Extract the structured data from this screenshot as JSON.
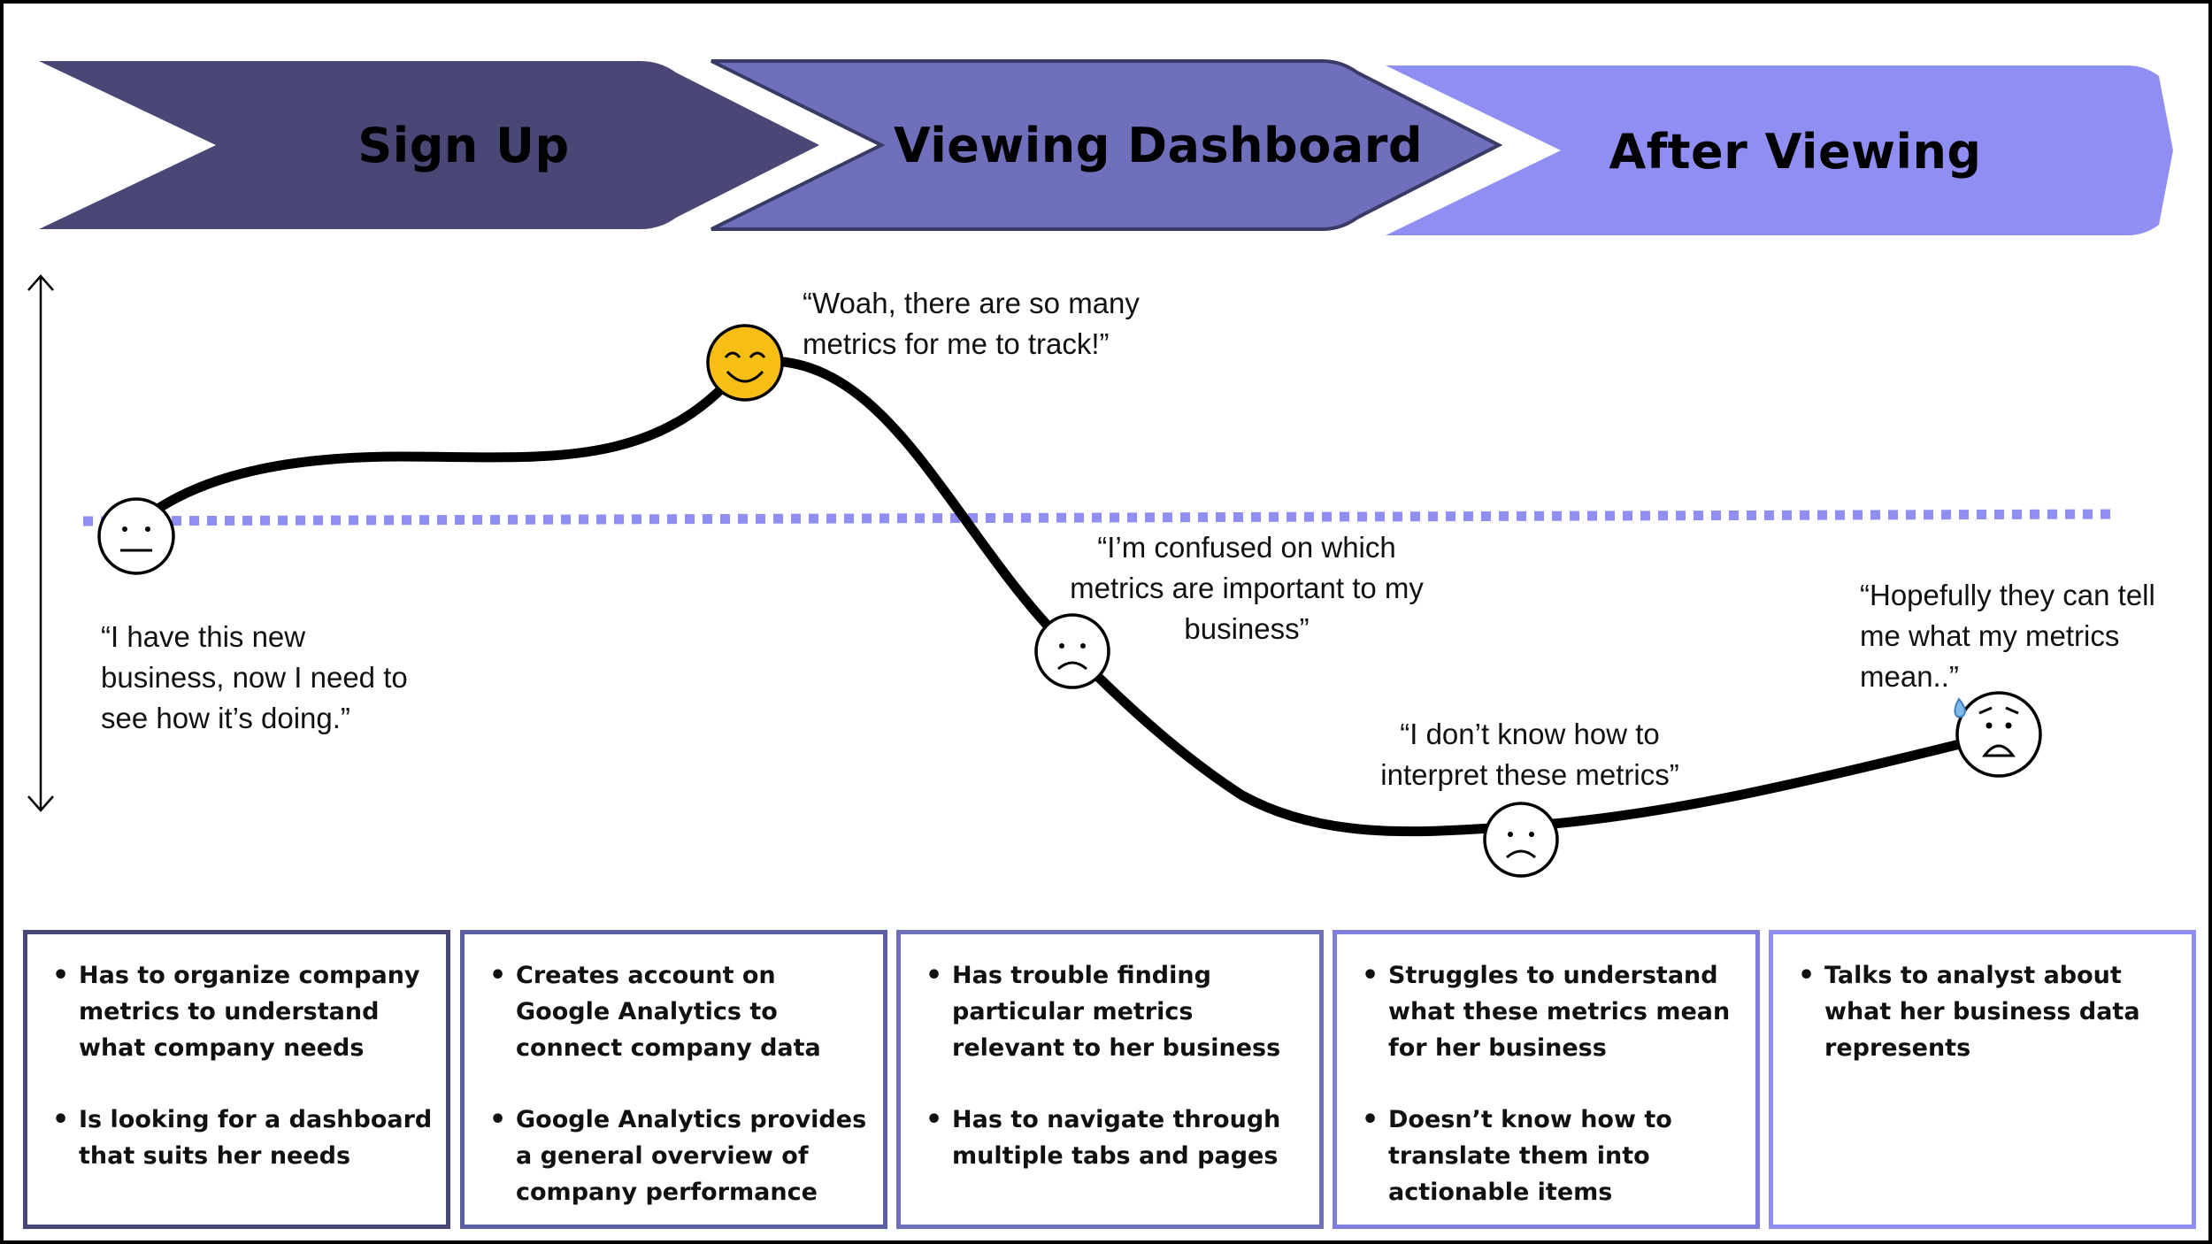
{
  "colors": {
    "stage_1": "#484776",
    "stage_2": "#6F6FBB",
    "stage_3": "#8F8FF3",
    "card_1_border": "#484776",
    "card_2_border": "#5E5EA6",
    "card_3_border": "#6F6FBB",
    "card_4_border": "#7F7FD9",
    "card_5_border": "#8F8FF3",
    "baseline": "#8F8FF3",
    "curve": "#000000",
    "happy_face": "#F7BE16"
  },
  "stages": [
    {
      "label": "Sign Up"
    },
    {
      "label": "Viewing Dashboard"
    },
    {
      "label": "After Viewing"
    }
  ],
  "quotes": [
    {
      "text": "“I have this new business, now I need to see how it’s doing.”"
    },
    {
      "text": "“Woah, there are so many metrics for me to track!”"
    },
    {
      "text": "“I’m confused on which metrics are important to my business”"
    },
    {
      "text": "“I don’t know how to interpret these metrics”"
    },
    {
      "text": "“Hopefully they can tell me what my metrics mean..”"
    }
  ],
  "emotion_points": [
    {
      "emotion": "neutral",
      "icon": "neutral-face-icon"
    },
    {
      "emotion": "happy",
      "icon": "happy-face-icon"
    },
    {
      "emotion": "sad",
      "icon": "sad-face-icon"
    },
    {
      "emotion": "sad",
      "icon": "sad-face-icon"
    },
    {
      "emotion": "worried",
      "icon": "worried-sweat-face-icon"
    }
  ],
  "cards": [
    {
      "items": [
        "Has to organize company metrics to understand what company needs",
        "Is looking for a dashboard that suits her needs"
      ]
    },
    {
      "items": [
        "Creates account on Google Analytics to connect company data",
        "Google Analytics provides a general overview of company performance"
      ]
    },
    {
      "items": [
        "Has trouble finding particular metrics relevant to her business",
        "Has to navigate through multiple tabs and pages"
      ]
    },
    {
      "items": [
        "Struggles to understand what these metrics mean for her business",
        "Doesn’t know how to translate them into actionable items"
      ]
    },
    {
      "items": [
        "Talks to analyst about what her business data represents"
      ]
    }
  ]
}
